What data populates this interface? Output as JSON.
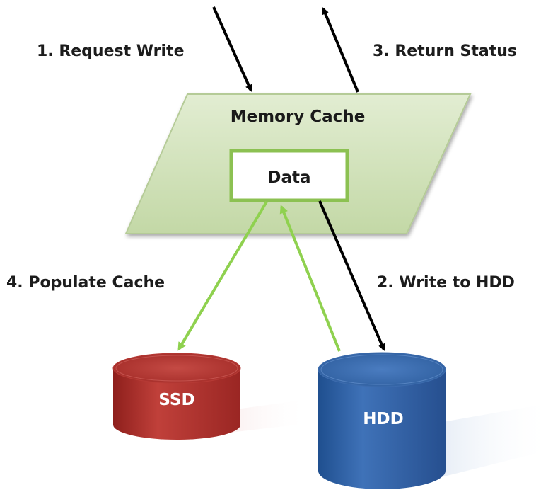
{
  "steps": {
    "request_write": "1. Request Write",
    "write_to_hdd": "2. Write to HDD",
    "return_status": "3. Return Status",
    "populate_cache": "4. Populate Cache"
  },
  "cache": {
    "title": "Memory Cache",
    "data_label": "Data"
  },
  "storage": {
    "ssd_label": "SSD",
    "hdd_label": "HDD"
  },
  "colors": {
    "cache_fill": "#d3e3bd",
    "cache_border": "#b7cd98",
    "data_border": "#8cc152",
    "green_arrow": "#8fd14f",
    "black_arrow": "#000000",
    "ssd": "#b8312d",
    "hdd": "#2f5f9f"
  }
}
